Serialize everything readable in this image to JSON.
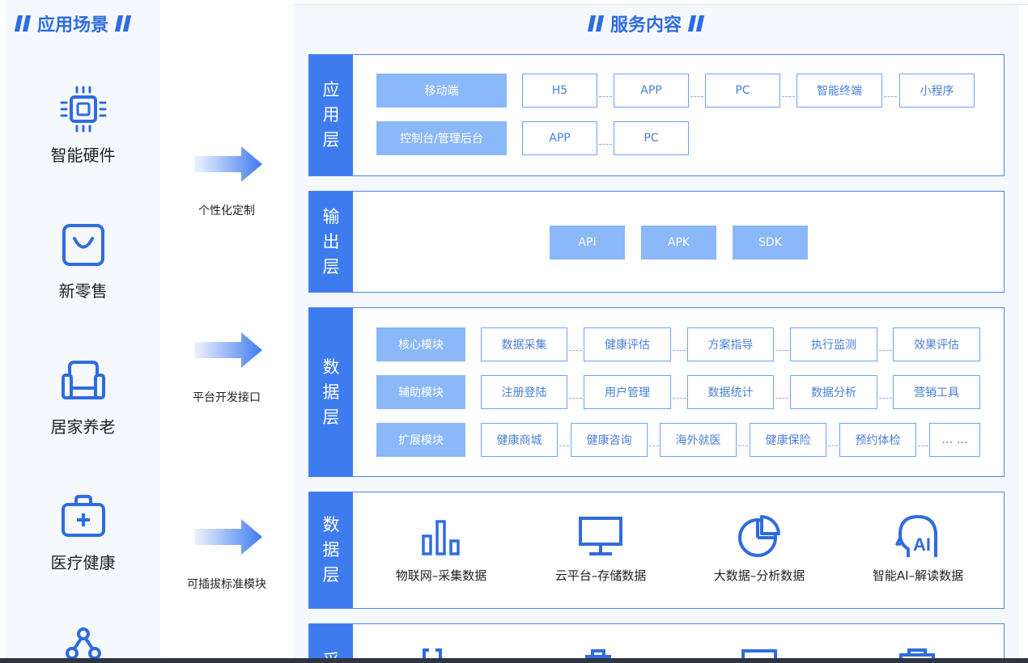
{
  "titles": {
    "left": "应用场景",
    "right": "服务内容"
  },
  "scenarios": [
    {
      "label": "智能硬件",
      "icon": "chip-icon"
    },
    {
      "label": "新零售",
      "icon": "shopping-bag-icon"
    },
    {
      "label": "居家养老",
      "icon": "armchair-icon"
    },
    {
      "label": "医疗健康",
      "icon": "medical-kit-icon"
    },
    {
      "label": "",
      "icon": "network-icon"
    }
  ],
  "arrows": [
    {
      "label": "个性化定制"
    },
    {
      "label": "平台开发接口"
    },
    {
      "label": "可插拔标准模块"
    }
  ],
  "layers": {
    "app": {
      "tag": [
        "应",
        "用",
        "层"
      ],
      "rows": [
        {
          "head": "移动端",
          "items": [
            "H5",
            "APP",
            "PC",
            "智能终端",
            "小程序"
          ]
        },
        {
          "head": "控制台/管理后台",
          "items": [
            "APP",
            "PC"
          ]
        }
      ]
    },
    "output": {
      "tag": [
        "输",
        "出",
        "层"
      ],
      "items": [
        "API",
        "APK",
        "SDK"
      ]
    },
    "data": {
      "tag": [
        "数",
        "据",
        "层"
      ],
      "rows": [
        {
          "head": "核心模块",
          "items": [
            "数据采集",
            "健康评估",
            "方案指导",
            "执行监测",
            "效果评估"
          ]
        },
        {
          "head": "辅助模块",
          "items": [
            "注册登陆",
            "用户管理",
            "数据统计",
            "数据分析",
            "营销工具"
          ]
        },
        {
          "head": "扩展模块",
          "items": [
            "健康商城",
            "健康咨询",
            "海外就医",
            "健康保险",
            "预约体检",
            "… …"
          ]
        }
      ]
    },
    "data2": {
      "tag": [
        "数",
        "据",
        "层"
      ],
      "items": [
        {
          "label": "物联网–采集数据",
          "icon": "bar-chart-icon"
        },
        {
          "label": "云平台–存储数据",
          "icon": "monitor-icon"
        },
        {
          "label": "大数据–分析数据",
          "icon": "pie-chart-icon"
        },
        {
          "label": "智能AI–解读数据",
          "icon": "ai-head-icon"
        }
      ]
    },
    "collect": {
      "tag": [
        "采"
      ]
    }
  },
  "colors": {
    "primary": "#3e7bef",
    "light_fill": "#8ab8f8",
    "panel_bg": "#f5f8fd"
  }
}
